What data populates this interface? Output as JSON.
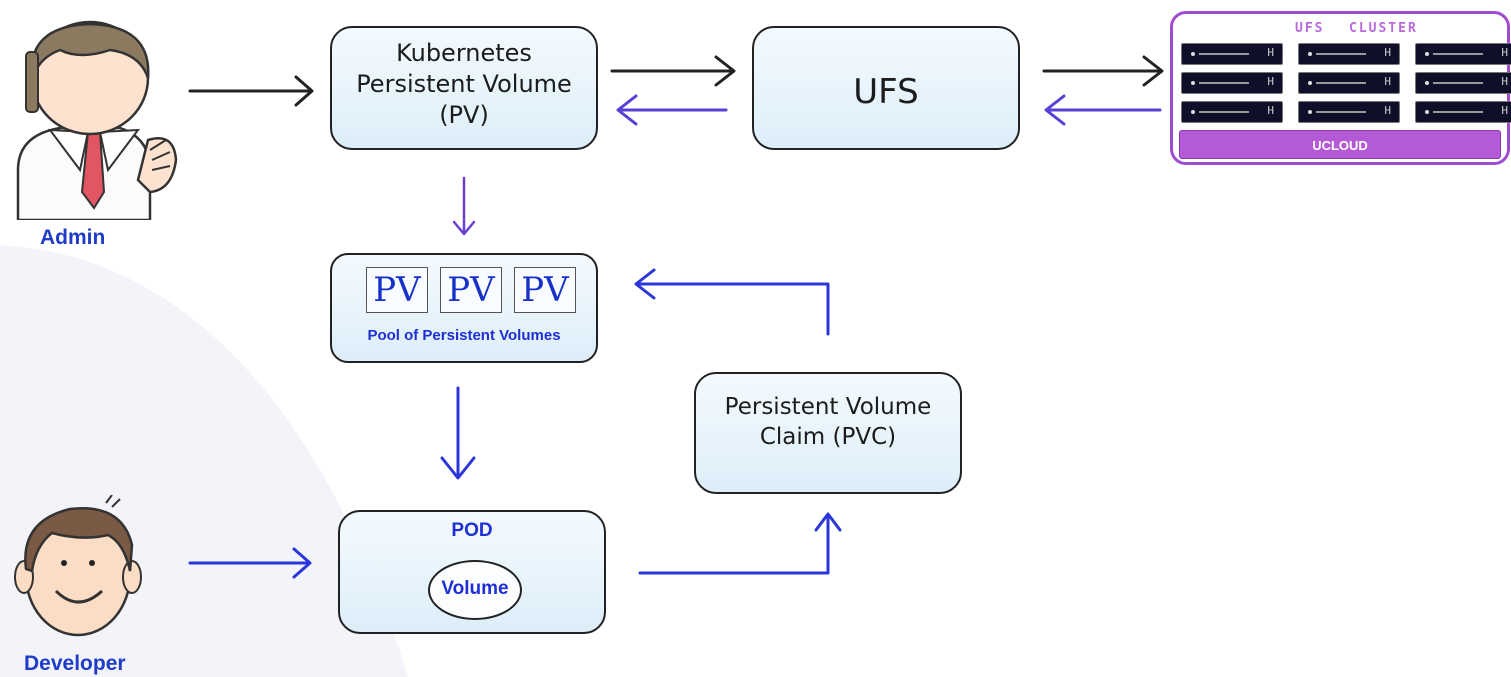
{
  "actors": {
    "admin_label": "Admin",
    "developer_label": "Developer"
  },
  "nodes": {
    "k8s_pv": "Kubernetes Persistent Volume (PV)",
    "ufs": "UFS",
    "ufs_cluster": {
      "title_left": "UFS",
      "title_right": "CLUSTER",
      "footer": "UCLOUD"
    },
    "pool": {
      "tile_label": "PV",
      "caption": "Pool of Persistent Volumes"
    },
    "pod": {
      "title": "POD",
      "volume": "Volume"
    },
    "pvc": "Persistent Volume Claim (PVC)"
  },
  "colors": {
    "black_arrow": "#222222",
    "blue_arrow": "#2a36d8",
    "purple_arrow": "#5a3fd6",
    "cluster_purple": "#a04cd0",
    "label_blue": "#1e3cc8"
  }
}
